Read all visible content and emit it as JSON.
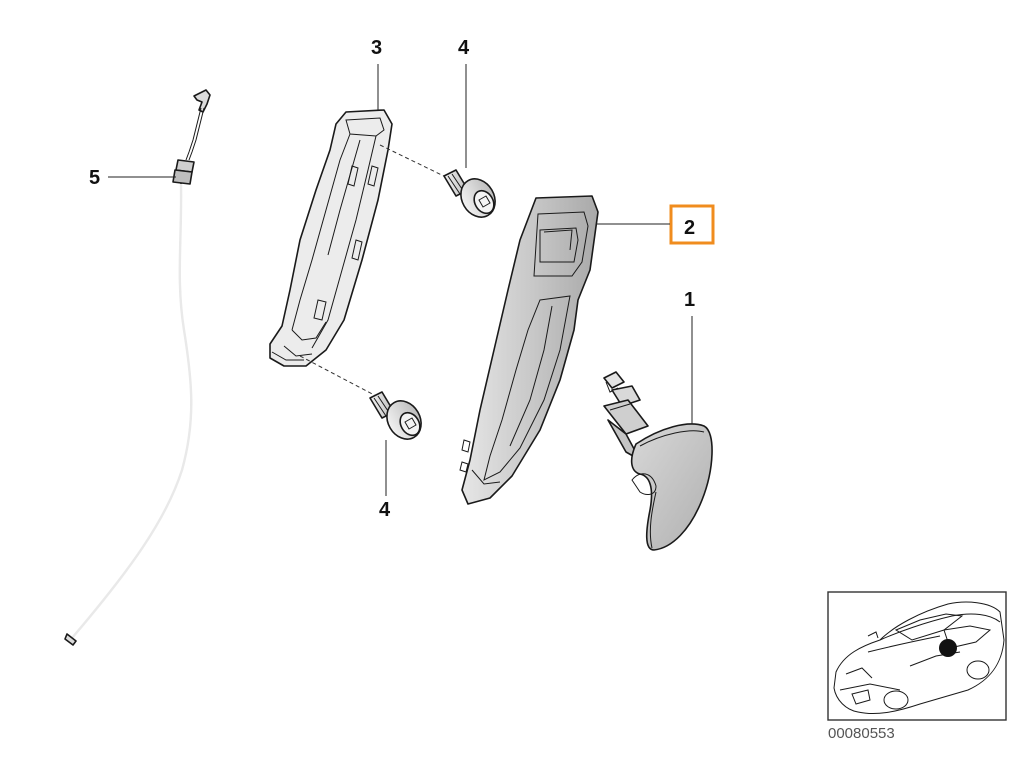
{
  "callouts": {
    "p1": "1",
    "p2": "2",
    "p3": "3",
    "p4_top": "4",
    "p4_bottom": "4",
    "p5": "5"
  },
  "highlight_color": "#f08c1e",
  "selected_part": "2",
  "diagram_code": "00080553",
  "icons": {
    "locator": "car-locator-icon",
    "position_marker": "position-dot-icon"
  }
}
